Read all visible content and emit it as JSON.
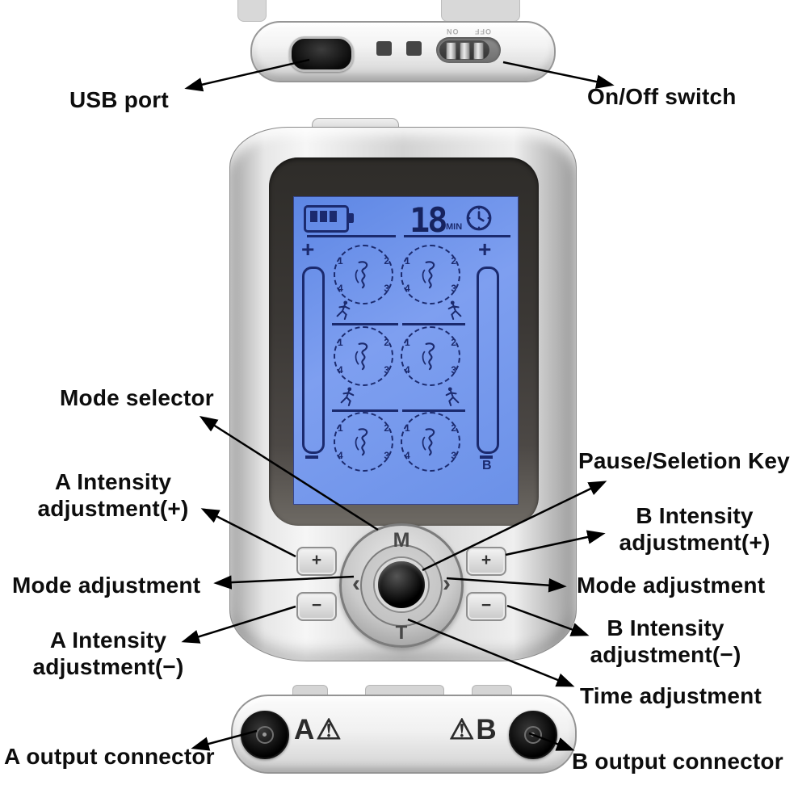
{
  "annotations": {
    "usb_port": "USB port",
    "on_off_switch": "On/Off switch",
    "mode_selector": "Mode selector",
    "a_intensity_plus_line1": "A Intensity",
    "a_intensity_plus_line2": "adjustment(+)",
    "mode_adjustment_left": "Mode adjustment",
    "a_intensity_minus_line1": "A Intensity",
    "a_intensity_minus_line2": "adjustment(−)",
    "pause_selection_key": "Pause/Seletion Key",
    "b_intensity_plus_line1": "B Intensity",
    "b_intensity_plus_line2": "adjustment(+)",
    "mode_adjustment_right": "Mode adjustment",
    "b_intensity_minus_line1": "B Intensity",
    "b_intensity_minus_line2": "adjustment(−)",
    "time_adjustment": "Time adjustment",
    "a_output_connector": "A output connector",
    "b_output_connector": "B output connector"
  },
  "top_view": {
    "switch_text": "OFF ON"
  },
  "screen": {
    "timer_value": "18",
    "timer_unit": "MIN",
    "gauge_plus": "+",
    "channel_b_label": "B",
    "mode_numbers": [
      "1",
      "2",
      "3",
      "4"
    ]
  },
  "controls": {
    "mode_key": "M",
    "left_key": "‹",
    "right_key": "›",
    "time_key": "T",
    "plus_key": "+",
    "minus_key": "−"
  },
  "bottom_view": {
    "channel_a": "A",
    "channel_b": "B",
    "warning_symbol": "⚠"
  },
  "colors": {
    "lcd_background": "#6b91e8",
    "lcd_ink": "#1b2a6e",
    "label_ink": "#0d0d0d"
  }
}
